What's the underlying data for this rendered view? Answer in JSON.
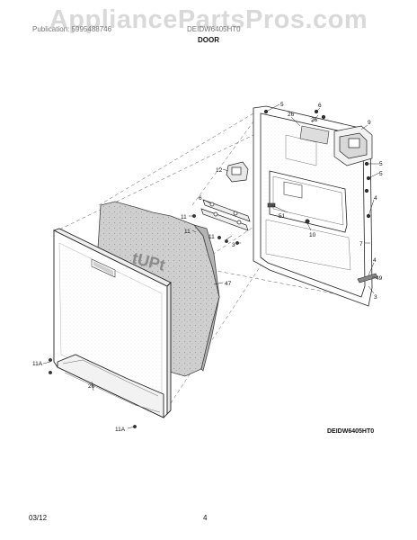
{
  "watermark": "AppliancePartsPros.com",
  "header": {
    "left_text": "Publication: 5995488746",
    "right_text": "DEIDW6405HT0",
    "section_title": "DOOR"
  },
  "footer": {
    "date": "03/12",
    "page_number": "4"
  },
  "model_code": "DEIDW6405HT0",
  "insulation_text": "tUPt",
  "callouts": {
    "c5a": "5",
    "c26a": "26",
    "c6a": "6",
    "c26b": "26",
    "c9": "9",
    "c5b": "5",
    "c5c": "5",
    "c12": "12",
    "c6b": "6",
    "c11a": "11",
    "c11b": "11",
    "c11c": "11",
    "c3": "3",
    "c4a": "4",
    "c51": "51",
    "c10": "10",
    "c7": "7",
    "c4b": "4",
    "c49": "49",
    "c3b": "3",
    "c47": "47",
    "c11A_a": "11A",
    "c20": "20",
    "c11A_b": "11A"
  },
  "colors": {
    "line": "#222222",
    "watermark": "#aaaaaa",
    "insulation_fill": "#c8c8c8"
  }
}
